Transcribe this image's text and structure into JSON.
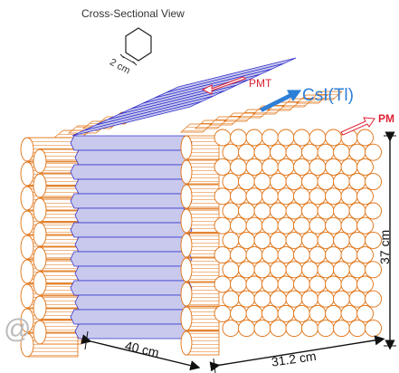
{
  "view_title": "Cross-Sectional View",
  "hex_size_label": "2 cm",
  "pmt_label": "PMT",
  "csi_label": "CsI(Tl)",
  "pm_label": "PM",
  "height_label": "37 cm",
  "length_label": "40 cm",
  "width_label": "31.2 cm",
  "watermark": "@",
  "colors": {
    "crystal_fill": "#c9c9ee",
    "crystal_stroke": "#3333cc",
    "pmt_fill": "#ffffff",
    "pmt_stroke": "#e07010",
    "accent_red": "#dd2233",
    "accent_blue": "#2e7fd6",
    "title_color": "#333333",
    "dim_color": "#111111"
  }
}
